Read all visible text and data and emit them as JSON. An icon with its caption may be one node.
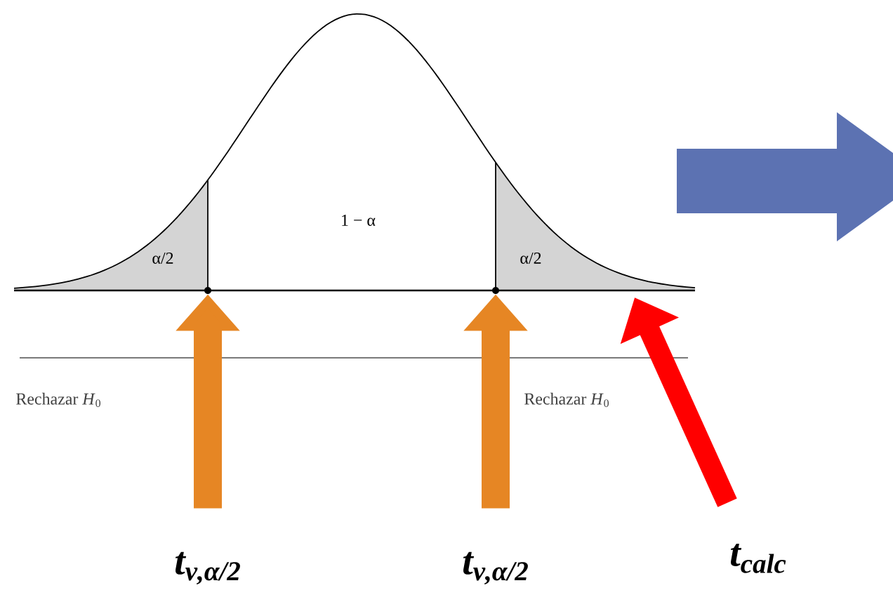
{
  "diagram": {
    "nodes": [
      {
        "text": [
          "t$_{ν,α/2}$"
        ]
      },
      {
        "text": [
          "t$_{ν,α/2}$"
        ]
      },
      {
        "text": [
          "t$_{calc}$"
        ]
      },
      {
        "text": [],
        "shape": "circle"
      },
      {
        "text": [],
        "shape": "circle"
      }
    ],
    "edges": [
      {
        "from": 0,
        "to": 3,
        "arrow": "to"
      },
      {
        "from": 1,
        "to": 4,
        "arrow": "to"
      },
      {
        "from": 2,
        "to": null,
        "arrow": "to",
        "color": "#ff0000"
      }
    ],
    "labels": [
      "α/2",
      "1 − α",
      "α/2",
      "Rechazar *H*$_{0}$",
      "Rechazar *H*$_{0}$"
    ]
  }
}
